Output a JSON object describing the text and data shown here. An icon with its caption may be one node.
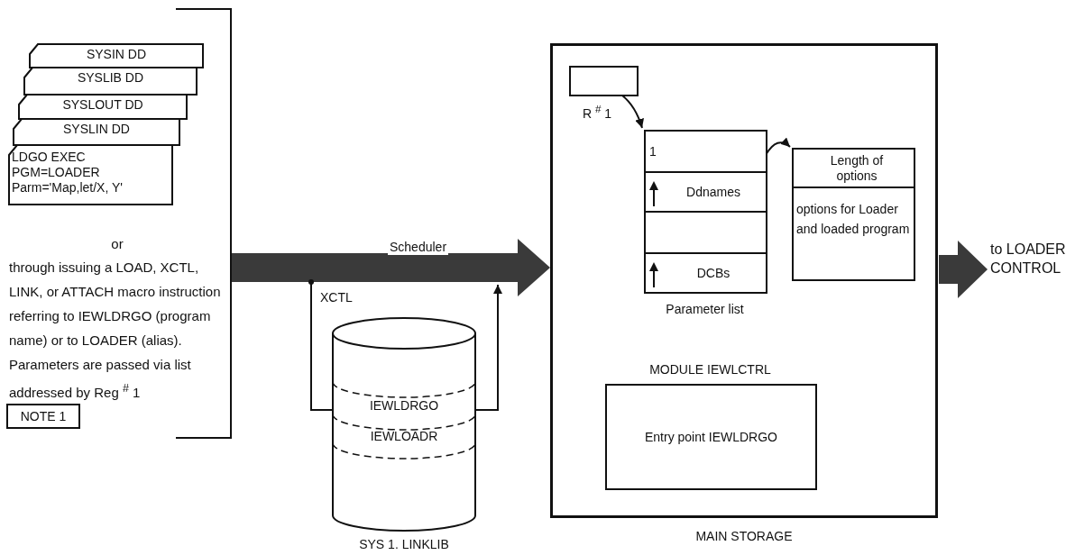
{
  "diagram": {
    "nodes": [
      {
        "text": [
          "SYSIN DD"
        ]
      },
      {
        "text": [
          "SYSLIB DD"
        ]
      },
      {
        "text": [
          "SYSLOUT DD"
        ]
      },
      {
        "text": [
          "SYSLIN DD"
        ]
      },
      {
        "text": [
          "LDGO EXEC PGM=LOADER Parm='Map,let/X, Y'"
        ]
      },
      {
        "text": [
          "NOTE 1"
        ]
      },
      {
        "text": [
          "IEWLDRGO",
          "IEWLOADR"
        ],
        "beside": [
          "SYS 1. LINKLIB"
        ]
      },
      {
        "text": [],
        "shape": "box",
        "beside": [
          "MAIN STORAGE"
        ]
      },
      {
        "text": [],
        "shape": "box",
        "in": 7,
        "beside": [
          "R $^{#}$ 1"
        ]
      },
      {
        "text": [
          "1",
          "Ddnames",
          "DCBs"
        ],
        "in": 7,
        "beside": [
          "Parameter list"
        ]
      },
      {
        "text": [
          "Length of options",
          "options for Loader and loaded program"
        ],
        "in": 7
      },
      {
        "text": [
          "Entry point IEWLDRGO"
        ],
        "in": 7,
        "beside": [
          "MODULE IEWLCTRL"
        ]
      },
      {
        "text": [
          "to LOADER CONTROL"
        ]
      }
    ],
    "edges": [
      {
        "from": null,
        "to": 7,
        "arrow": "to",
        "label": "Scheduler",
        "style": "thick"
      },
      {
        "from": null,
        "to": 6,
        "arrow": "other",
        "label": "XCTL"
      },
      {
        "from": 6,
        "to": null,
        "arrow": "to"
      },
      {
        "from": 8,
        "to": 9,
        "arrow": "to"
      },
      {
        "from": 9,
        "to": 10,
        "arrow": "to"
      },
      {
        "from": 7,
        "to": 12,
        "arrow": "to",
        "style": "thick"
      }
    ],
    "labels": [
      "or",
      "through issuing a LOAD, XCTL, LINK, or ATTACH macro instruction referring to IEWLDRGO (program name) or to LOADER (alias). Parameters are passed via list addressed by Reg $^{#}$ 1"
    ]
  }
}
